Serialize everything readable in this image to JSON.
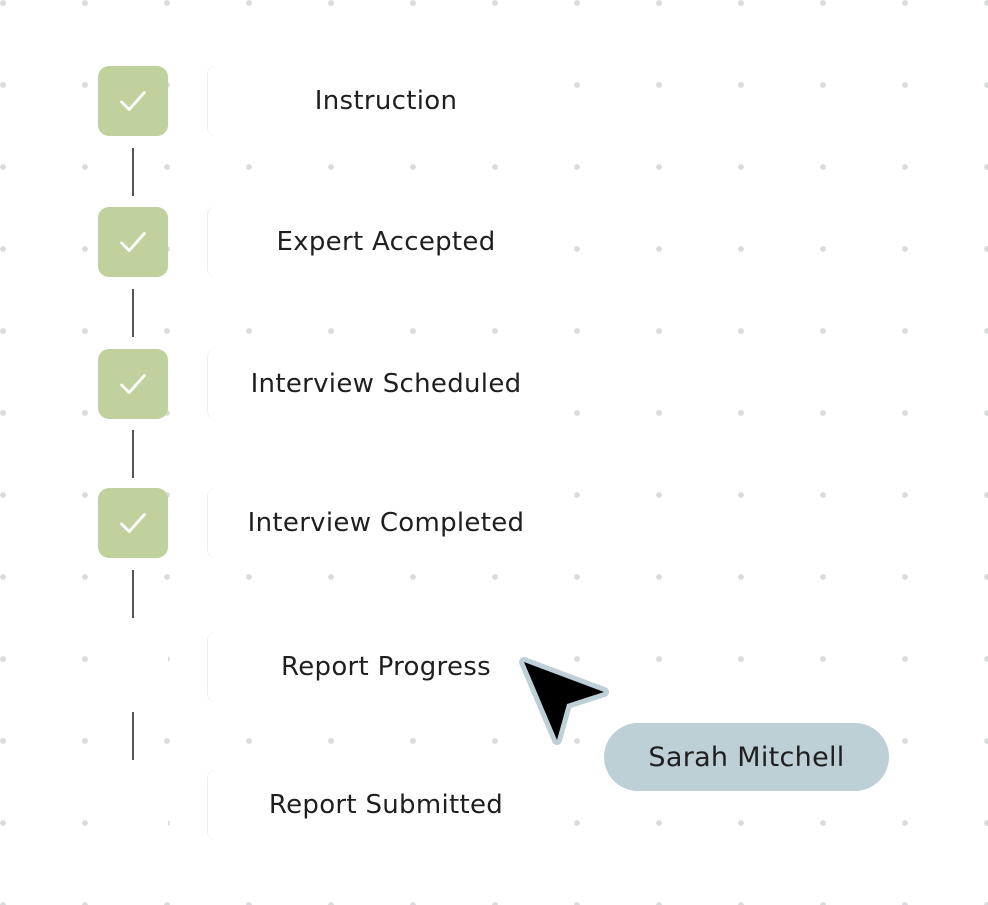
{
  "steps": [
    {
      "label": "Instruction",
      "done": true
    },
    {
      "label": "Expert Accepted",
      "done": true
    },
    {
      "label": "Interview Scheduled",
      "done": true
    },
    {
      "label": "Interview Completed",
      "done": true
    },
    {
      "label": "Report Progress",
      "done": false
    },
    {
      "label": "Report Submitted",
      "done": false
    }
  ],
  "cursor": {
    "user_name": "Sarah Mitchell",
    "color": "#bcd0d6"
  },
  "colors": {
    "done_box": "#c0d19d",
    "connector": "#555555",
    "text": "#1f1f1f"
  }
}
